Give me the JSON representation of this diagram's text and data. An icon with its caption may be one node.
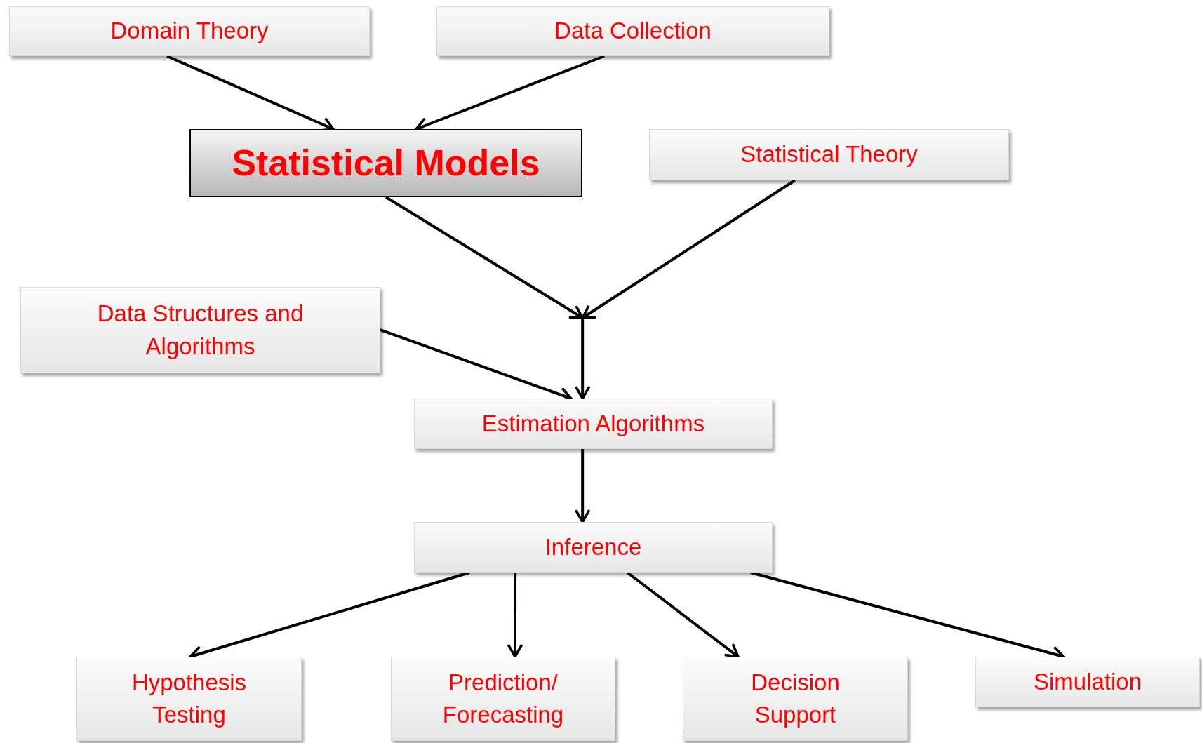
{
  "diagram": {
    "nodes": [
      {
        "text": [
          "Domain Theory"
        ]
      },
      {
        "text": [
          "Data Collection"
        ]
      },
      {
        "text": [
          "Statistical Models"
        ]
      },
      {
        "text": [
          "Statistical Theory"
        ]
      },
      {
        "text": [
          "Data Structures and Algorithms"
        ]
      },
      {
        "text": [
          "Estimation Algorithms"
        ]
      },
      {
        "text": [
          "Inference"
        ]
      },
      {
        "text": [
          "Hypothesis Testing"
        ]
      },
      {
        "text": [
          "Prediction/ Forecasting"
        ]
      },
      {
        "text": [
          "Decision Support"
        ]
      },
      {
        "text": [
          "Simulation"
        ]
      }
    ],
    "edges": [
      {
        "from": 0,
        "to": 2,
        "arrow": "to"
      },
      {
        "from": 1,
        "to": 2,
        "arrow": "to"
      },
      {
        "from": 2,
        "to": 5,
        "arrow": "to"
      },
      {
        "from": 3,
        "to": 5,
        "arrow": "to"
      },
      {
        "from": 4,
        "to": 5,
        "arrow": "to"
      },
      {
        "from": 5,
        "to": 6,
        "arrow": "to"
      },
      {
        "from": 6,
        "to": 7,
        "arrow": "to"
      },
      {
        "from": 6,
        "to": 8,
        "arrow": "to"
      },
      {
        "from": 6,
        "to": 9,
        "arrow": "to"
      },
      {
        "from": 6,
        "to": 10,
        "arrow": "to"
      }
    ]
  }
}
